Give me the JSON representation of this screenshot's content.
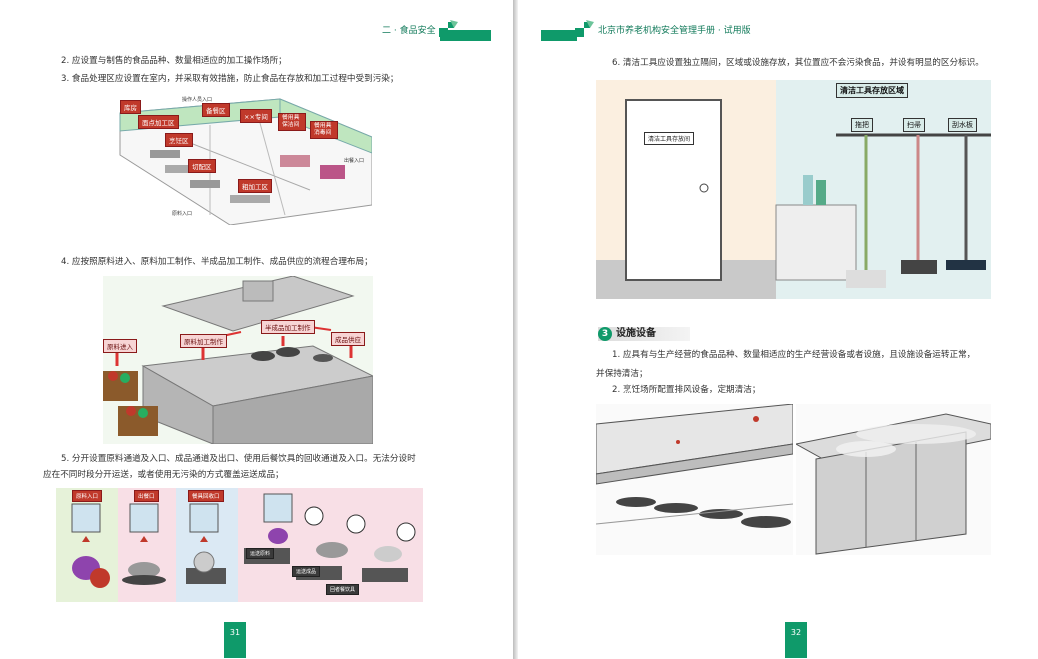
{
  "left_page": {
    "header_title": "二 · 食品安全",
    "page_number": "31",
    "lines": [
      "2. 应设置与制售的食品品种、数量相适应的加工操作场所；",
      "3. 食品处理区应设置在室内，并采取有效措施，防止食品在存放和加工过程中受到污染；",
      "4. 应按照原料进入、原料加工制作、半成品加工制作、成品供应的流程合理布局；",
      "5. 分开设置原料通道及入口、成品通道及出口、使用后餐饮具的回收通道及入口。无法分设时",
      "应在不同时段分开运送，或者使用无污染的方式覆盖运送成品；"
    ],
    "figure1": {
      "labels": [
        "库房",
        "备餐区",
        "××专间",
        "餐用具保洁间",
        "餐用具消毒间",
        "面点加工区",
        "烹饪区",
        "切配区",
        "粗加工区"
      ],
      "small_labels": [
        "操作人员入口",
        "原料入口",
        "出餐入口"
      ]
    },
    "figure2": {
      "labels": [
        "原料进入",
        "原料加工制作",
        "半成品加工制作",
        "成品供应"
      ]
    },
    "figure3": {
      "doors": [
        "原料入口",
        "出餐口",
        "餐具回收口"
      ],
      "tags": [
        "运送原料",
        "运送成品",
        "回者餐饮具"
      ]
    }
  },
  "right_page": {
    "header_title": "北京市养老机构安全管理手册 · 试用版",
    "page_number": "32",
    "lines": [
      "6. 清洁工具应设置独立隔间，区域或设施存放，其位置应不会污染食品，并设有明显的区分标识。",
      "1. 应具有与生产经营的食品品种、数量相适应的生产经营设备或者设施，且设施设备运转正常，",
      "并保持清洁；",
      "2. 烹饪场所配置排风设备，定期清洁；"
    ],
    "section": {
      "number": "3",
      "title": "设施设备"
    },
    "figure1": {
      "door_sign": "清洁工具存放间",
      "area_title": "清洁工具存放区域",
      "tool_labels": [
        "拖把",
        "扫帚",
        "刮水板"
      ]
    }
  },
  "colors": {
    "brand_green": "#0f9a6a",
    "label_red": "#c0392b"
  }
}
